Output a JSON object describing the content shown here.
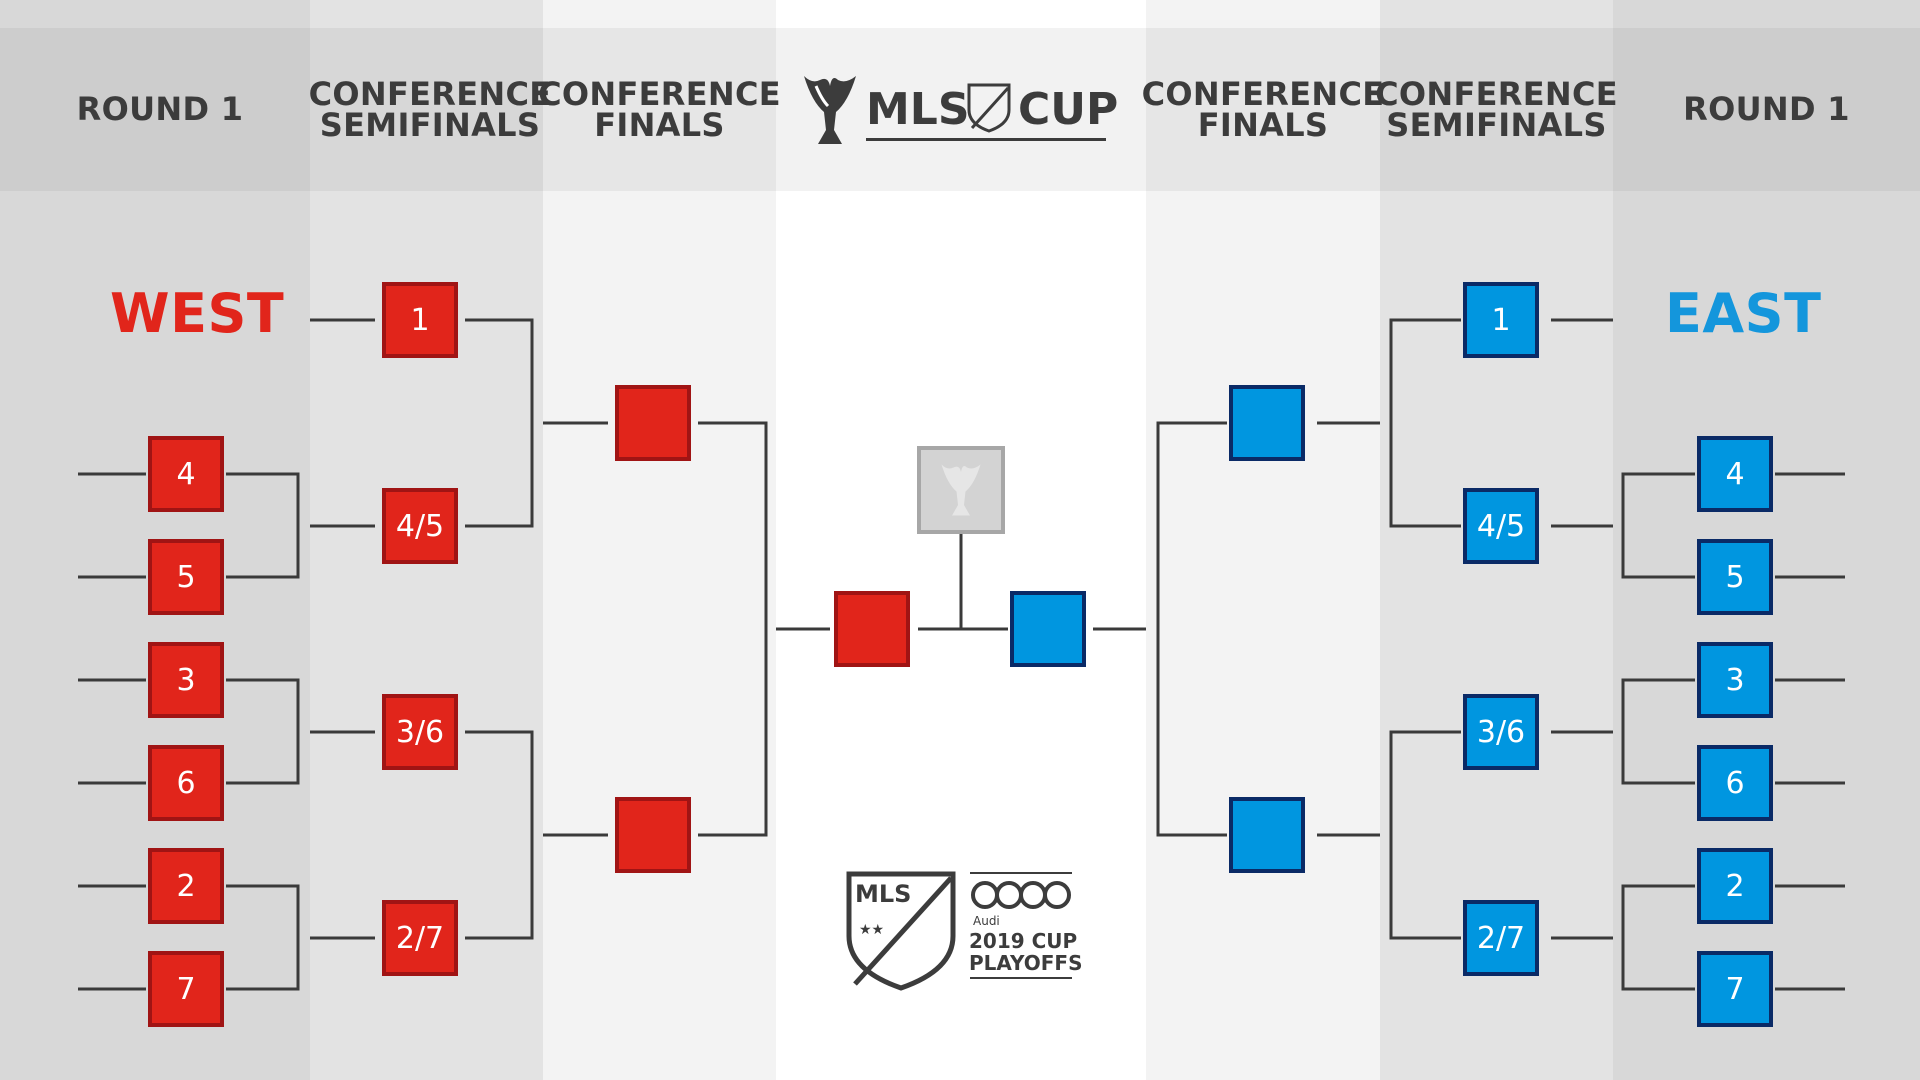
{
  "colors": {
    "west": "#e1251b",
    "west_border": "#a01414",
    "east": "#0096e0",
    "east_border": "#0a2a66",
    "line": "#3a3a3a",
    "header_text": "#3c3c3c"
  },
  "headers": {
    "left": [
      "ROUND 1",
      "CONFERENCE\nSEMIFINALS",
      "CONFERENCE\nFINALS"
    ],
    "right": [
      "CONFERENCE\nFINALS",
      "CONFERENCE\nSEMIFINALS",
      "ROUND 1"
    ],
    "center_logo": {
      "mls": "MLS",
      "cup": "CUP",
      "icon": "mls-cup-trophy-logo"
    }
  },
  "west": {
    "label": "WEST",
    "round1": [
      "4",
      "5",
      "3",
      "6",
      "2",
      "7"
    ],
    "semifinals": [
      "1",
      "4/5",
      "3/6",
      "2/7"
    ],
    "finals": [
      "",
      ""
    ]
  },
  "east": {
    "label": "EAST",
    "round1": [
      "4",
      "5",
      "3",
      "6",
      "2",
      "7"
    ],
    "semifinals": [
      "1",
      "4/5",
      "3/6",
      "2/7"
    ],
    "finals": [
      "",
      ""
    ]
  },
  "mls_cup": {
    "west_slot": "",
    "east_slot": "",
    "champion_icon": "trophy-icon"
  },
  "playoffs_logo": {
    "mls": "MLS",
    "sponsor": "Audi",
    "line1": "2019 CUP",
    "line2": "PLAYOFFS",
    "icon": "mls-crest-and-audi-rings-logo"
  }
}
